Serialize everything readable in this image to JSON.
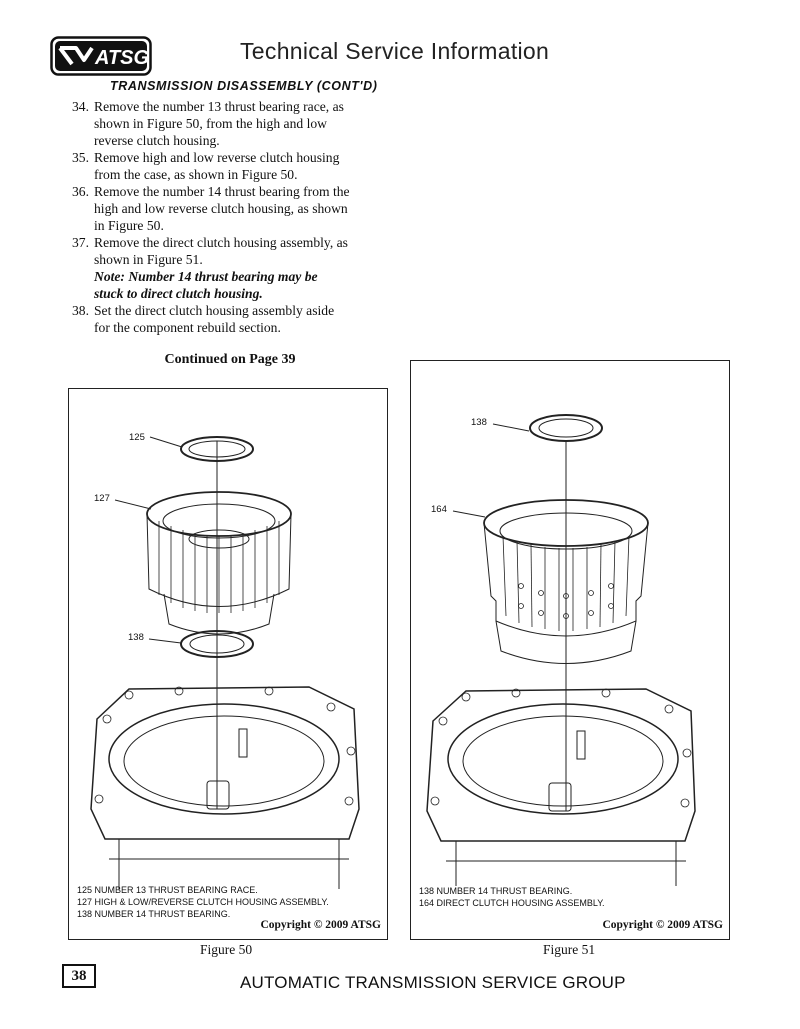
{
  "header": {
    "logo_text": "ATSG",
    "title": "Technical Service Information"
  },
  "section_title": "TRANSMISSION DISASSEMBLY (CONT'D)",
  "steps": [
    {
      "num": "34.",
      "lines": [
        "Remove the number 13 thrust bearing race, as",
        "shown in Figure 50, from the high and low",
        "reverse clutch housing."
      ]
    },
    {
      "num": "35.",
      "lines": [
        "Remove high and low reverse clutch housing",
        "from the case, as shown in Figure 50."
      ]
    },
    {
      "num": "36.",
      "lines": [
        "Remove the number 14 thrust bearing from the",
        "high and low reverse clutch housing, as shown",
        "in Figure 50."
      ]
    },
    {
      "num": "37.",
      "lines": [
        "Remove the direct clutch housing assembly, as",
        "shown in Figure 51."
      ],
      "note": [
        "Note: Number 14 thrust bearing may be",
        "stuck to direct clutch housing."
      ]
    },
    {
      "num": "38.",
      "lines": [
        "Set the direct clutch housing assembly aside",
        "for the component rebuild section."
      ]
    }
  ],
  "continued": "Continued on Page 39",
  "figures": [
    {
      "caption": "Figure 50",
      "copyright": "Copyright © 2009 ATSG",
      "callouts": [
        "125",
        "127",
        "138"
      ],
      "legend": [
        "125  NUMBER 13 THRUST BEARING RACE.",
        "127  HIGH & LOW/REVERSE CLUTCH HOUSING ASSEMBLY.",
        "138  NUMBER 14 THRUST BEARING."
      ]
    },
    {
      "caption": "Figure 51",
      "copyright": "Copyright © 2009 ATSG",
      "callouts": [
        "138",
        "164"
      ],
      "legend": [
        "138  NUMBER 14 THRUST BEARING.",
        "164  DIRECT CLUTCH HOUSING ASSEMBLY."
      ]
    }
  ],
  "footer": {
    "page_number": "38",
    "title": "AUTOMATIC TRANSMISSION SERVICE GROUP"
  }
}
